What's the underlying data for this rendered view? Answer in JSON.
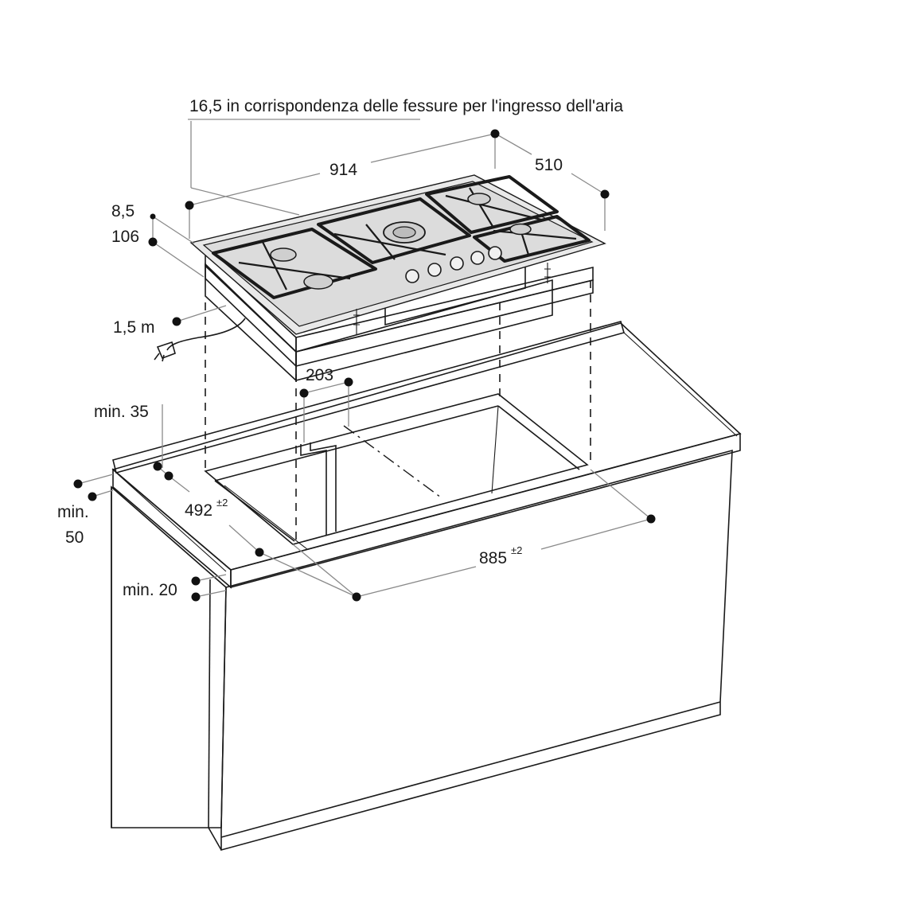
{
  "labels": {
    "air_inlet_note": "16,5 in corrispondenza delle fessure per l'ingresso dell'aria",
    "width_914": "914",
    "depth_510": "510",
    "top_8_5": "8,5",
    "height_106": "106",
    "cable_1_5m": "1,5 m",
    "dist_203": "203",
    "min_35": "min. 35",
    "min_50_line1": "min.",
    "min_50_line2": "50",
    "cutout_492": "492",
    "cutout_492_tol": "±2",
    "cutout_885": "885",
    "cutout_885_tol": "±2",
    "min_20": "min. 20"
  }
}
